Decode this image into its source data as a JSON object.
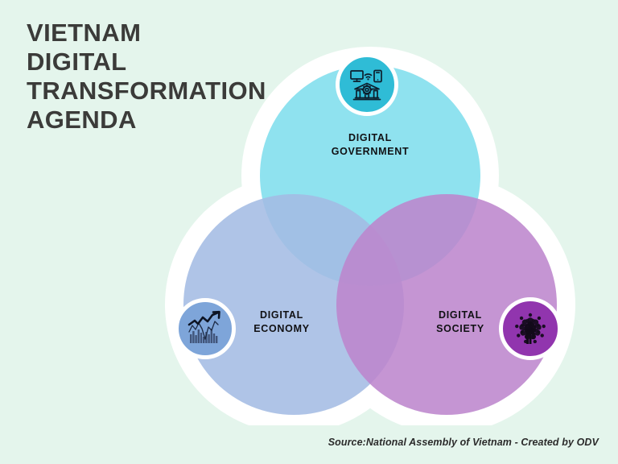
{
  "background_color": "#e4f5ec",
  "title": {
    "lines": [
      "VIETNAM",
      "DIGITAL",
      "TRANSFORMATION",
      "AGENDA"
    ],
    "color": "#3b3b39"
  },
  "diagram": {
    "type": "venn",
    "halo_color": "#ffffff",
    "circles": [
      {
        "id": "digital-government",
        "label_lines": [
          "DIGITAL",
          "GOVERNMENT"
        ],
        "fill": "#7fdeed",
        "badge_color": "#2fbcd6",
        "icon": "government-building-digital-icon",
        "position": "top"
      },
      {
        "id": "digital-economy",
        "label_lines": [
          "DIGITAL",
          "ECONOMY"
        ],
        "fill": "#a4bce4",
        "badge_color": "#7ea5d9",
        "icon": "growth-chart-icon",
        "position": "bottom-left"
      },
      {
        "id": "digital-society",
        "label_lines": [
          "DIGITAL",
          "SOCIETY"
        ],
        "fill": "#bd86cd",
        "badge_color": "#9135ae",
        "icon": "people-group-icon",
        "position": "bottom-right"
      }
    ]
  },
  "footer": {
    "source": "Source:National Assembly of Vietnam - Created by ODV"
  }
}
